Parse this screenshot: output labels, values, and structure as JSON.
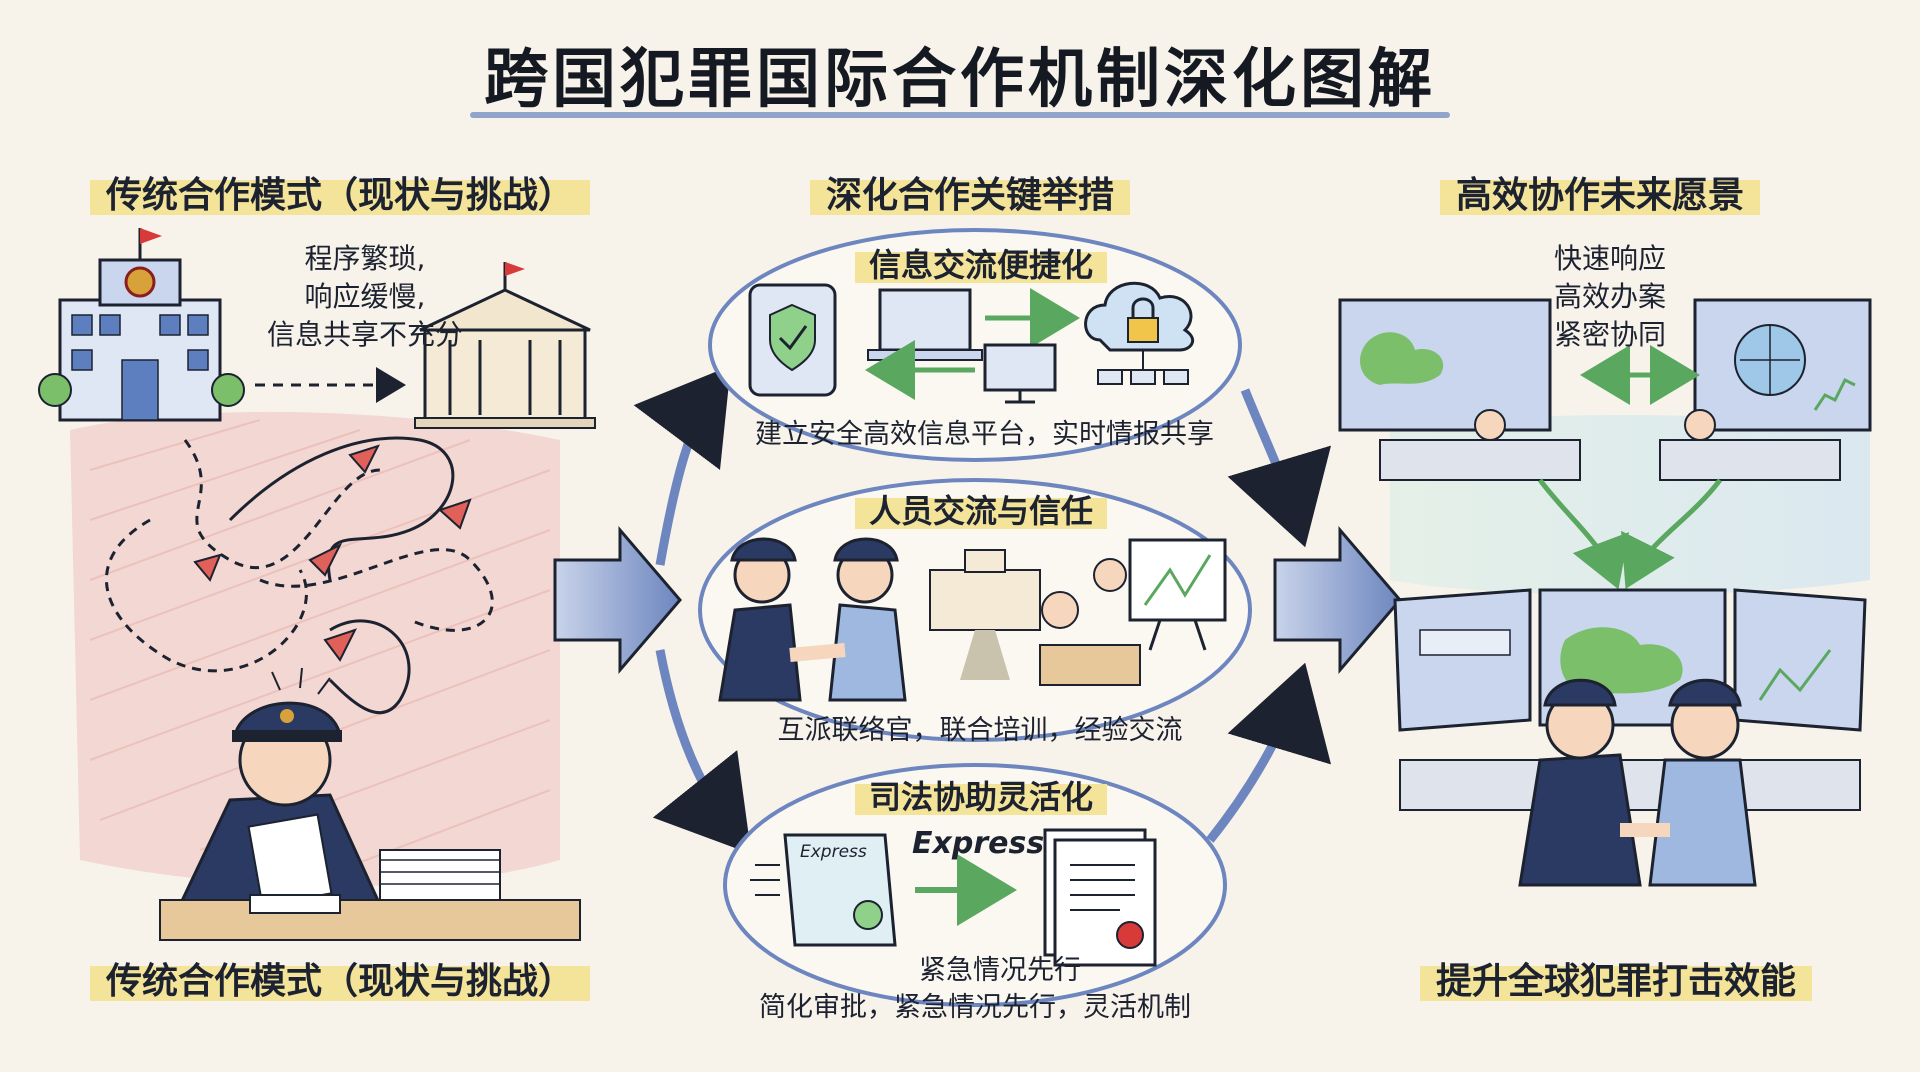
{
  "title": "跨国犯罪国际合作机制深化图解",
  "left": {
    "heading": "传统合作模式（现状与挑战）",
    "problem_lines": [
      "程序繁琐,",
      "响应缓慢,",
      "信息共享不充分"
    ],
    "footer": "传统合作模式（现状与挑战）"
  },
  "middle": {
    "heading": "深化合作关键举措",
    "cards": [
      {
        "title": "信息交流便捷化",
        "caption": "建立安全高效信息平台，实时情报共享"
      },
      {
        "title": "人员交流与信任",
        "caption": "互派联络官，联合培训，经验交流"
      },
      {
        "title": "司法协助灵活化",
        "arrow_label": "Express",
        "doc_label": "Express",
        "lines": [
          "紧急情况先行",
          "简化审批，紧急情况先行，灵活机制"
        ]
      }
    ]
  },
  "right": {
    "heading": "高效协作未来愿景",
    "benefit_lines": [
      "快速响应",
      "高效办案",
      "紧密协同"
    ],
    "footer": "提升全球犯罪打击效能"
  },
  "colors": {
    "accent_blue": "#7f95c7",
    "highlight_yellow": "#f4e49a",
    "uniform_navy": "#2b3a63",
    "red_wash": "#f1c9c4",
    "green_arrow": "#7cc27a"
  },
  "icons": [
    "police-station-icon",
    "courthouse-icon",
    "tablet-shield-icon",
    "laptop-icon",
    "cloud-lock-icon",
    "monitor-icon",
    "handshake-icon",
    "whiteboard-icon",
    "scroll-document-icon",
    "stamped-document-icon",
    "world-map-screen-icon",
    "officer-icon"
  ]
}
